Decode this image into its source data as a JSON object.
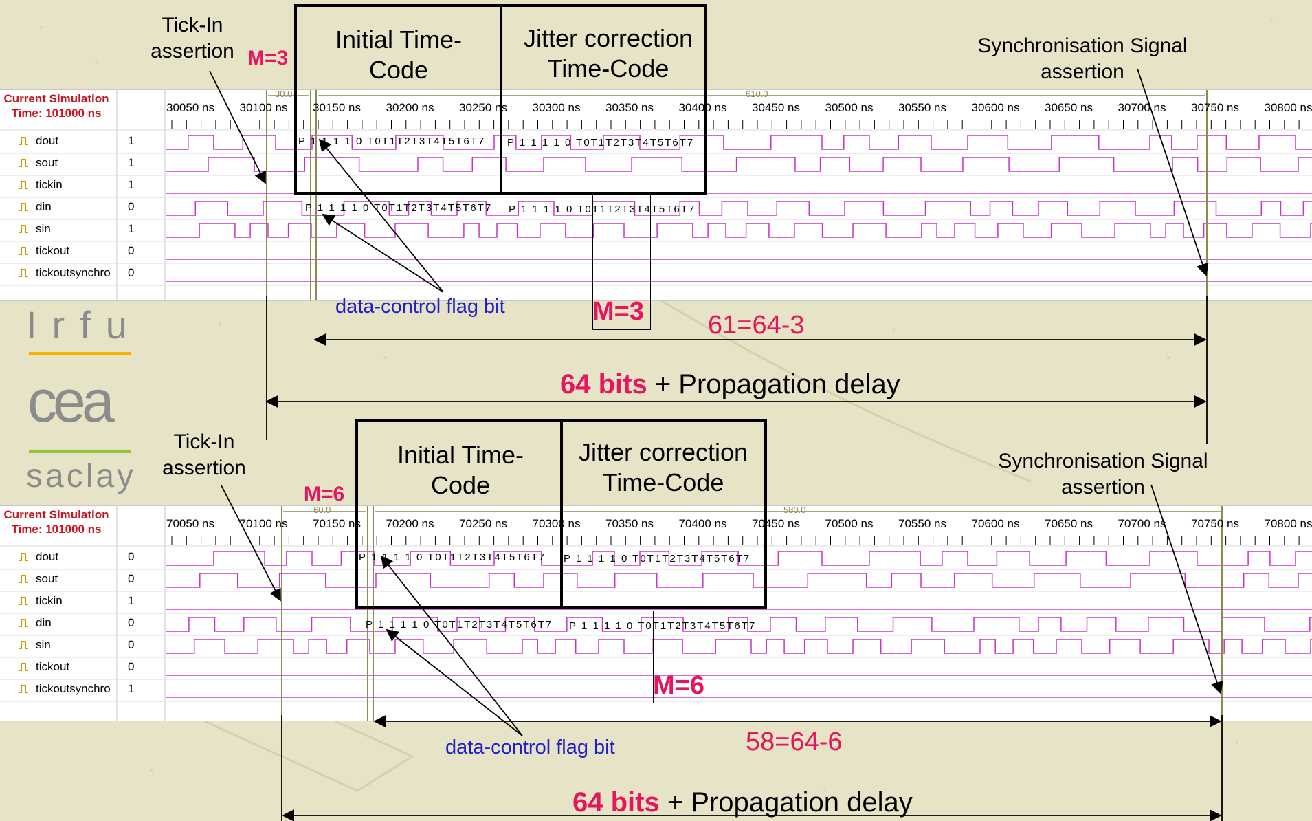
{
  "panels": [
    {
      "sim_header": "Current Simulation Time: 101000 ns",
      "signals": [
        {
          "name": "dout",
          "value": "1"
        },
        {
          "name": "sout",
          "value": "1"
        },
        {
          "name": "tickin",
          "value": "1"
        },
        {
          "name": "din",
          "value": "0"
        },
        {
          "name": "sin",
          "value": "1"
        },
        {
          "name": "tickout",
          "value": "0"
        },
        {
          "name": "tickoutsynchro",
          "value": "0"
        }
      ],
      "ticks": [
        "30050 ns",
        "30100 ns",
        "30150 ns",
        "30200 ns",
        "30250 ns",
        "30300 ns",
        "30350 ns",
        "30400 ns",
        "30450 ns",
        "30500 ns",
        "30550 ns",
        "30600 ns",
        "30650 ns",
        "30700 ns",
        "30750 ns",
        "30800 ns"
      ],
      "cursor_small": "30.0",
      "cursor_big": "610.0",
      "dout_bits_1": "P 1  1  1  1  0 T0T1T2T3T4T5T6T7",
      "dout_bits_2": "P 1  1  1  1  0 T0T1T2T3T4T5T6T7",
      "din_bits_1": "P 1  1  1  1  0 T0T1T2T3T4T5T6T7",
      "din_bits_2": "P 1  1  1  1  0 T0T1T2T3T4T5T6T7"
    },
    {
      "sim_header": "Current Simulation Time: 101000 ns",
      "signals": [
        {
          "name": "dout",
          "value": "0"
        },
        {
          "name": "sout",
          "value": "0"
        },
        {
          "name": "tickin",
          "value": "1"
        },
        {
          "name": "din",
          "value": "0"
        },
        {
          "name": "sin",
          "value": "0"
        },
        {
          "name": "tickout",
          "value": "0"
        },
        {
          "name": "tickoutsynchro",
          "value": "1"
        }
      ],
      "ticks": [
        "70050 ns",
        "70100 ns",
        "70150 ns",
        "70200 ns",
        "70250 ns",
        "70300 ns",
        "70350 ns",
        "70400 ns",
        "70450 ns",
        "70500 ns",
        "70550 ns",
        "70600 ns",
        "70650 ns",
        "70700 ns",
        "70750 ns",
        "70800 ns"
      ],
      "cursor_small": "60.0",
      "cursor_big": "580.0",
      "dout_bits_1": "P 1  1  1  1  0 T0T1T2T3T4T5T6T7",
      "dout_bits_2": "P 1  1  1  1  0 T0T1T2T3T4T5T6T7",
      "din_bits_1": "P 1  1  1  1  0 T0T1T2T3T4T5T6T7",
      "din_bits_2": "P 1  1  1  1  0 T0T1T2T3T4T5T6T7"
    }
  ],
  "annotations": {
    "top": {
      "tick_in": "Tick-In assertion",
      "m_label": "M=3",
      "initial": "Initial Time-Code",
      "jitter": "Jitter correction Time-Code",
      "sync": "Synchronisation Signal assertion",
      "flag": "data-control flag bit",
      "m_box": "M=3",
      "calc": "61=64-3",
      "delay_bold": "64 bits",
      "delay_rest": " + Propagation delay"
    },
    "bottom": {
      "tick_in": "Tick-In assertion",
      "m_label": "M=6",
      "initial": "Initial Time-Code",
      "jitter": "Jitter correction Time-Code",
      "sync": "Synchronisation Signal assertion",
      "flag": "data-control flag bit",
      "m_box": "M=6",
      "calc": "58=64-6",
      "delay_bold": "64 bits",
      "delay_rest": " + Propagation delay"
    }
  },
  "logo": {
    "irfu": "Irfu",
    "cea": "cea",
    "saclay": "saclay"
  },
  "colors": {
    "wave": "#c832c8",
    "cursor": "#8c8c50",
    "accent": "#e8145c",
    "flag": "#2020c8",
    "orange": "#f0b400",
    "green": "#8cc83c"
  }
}
